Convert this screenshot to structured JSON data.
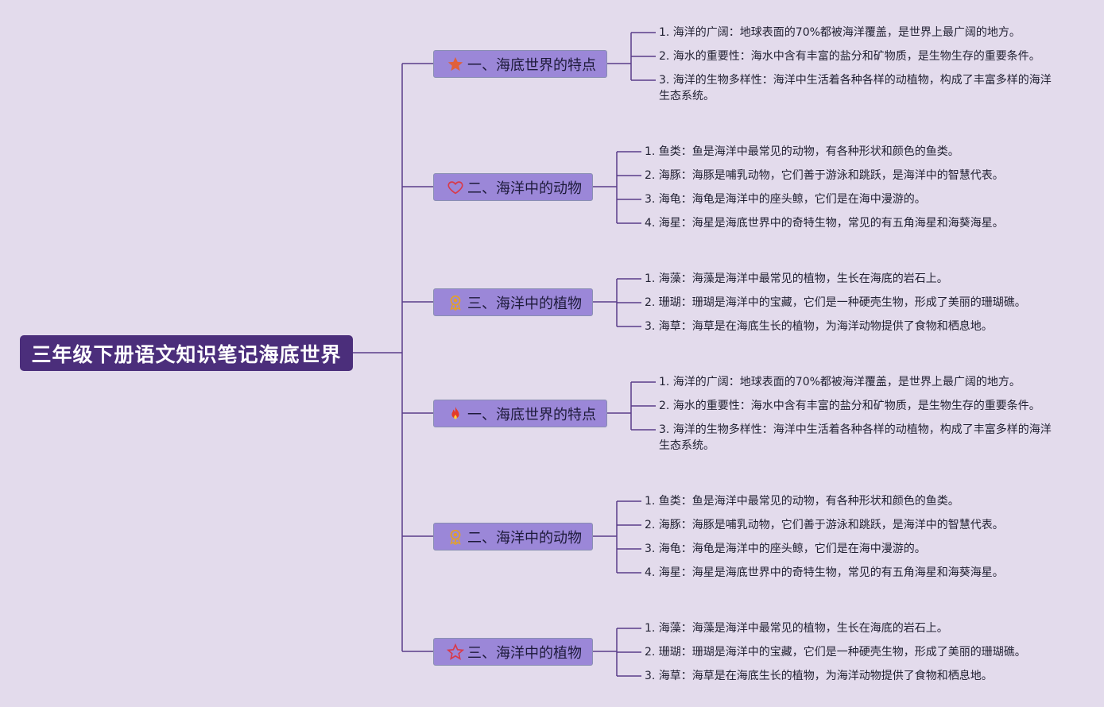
{
  "root": {
    "label": "三年级下册语文知识笔记海底世界"
  },
  "branches": [
    {
      "label": "一、海底世界的特点",
      "icon": "star-icon",
      "icon_color": "#e0603a",
      "items": [
        "1. 海洋的广阔：地球表面的70%都被海洋覆盖，是世界上最广阔的地方。",
        "2. 海水的重要性：海水中含有丰富的盐分和矿物质，是生物生存的重要条件。",
        "3. 海洋的生物多样性：海洋中生活着各种各样的动植物，构成了丰富多样的海洋生态系统。"
      ]
    },
    {
      "label": "二、海洋中的动物",
      "icon": "heart-outline-icon",
      "icon_color": "#d83a4a",
      "items": [
        "1. 鱼类：鱼是海洋中最常见的动物，有各种形状和颜色的鱼类。",
        "2. 海豚：海豚是哺乳动物，它们善于游泳和跳跃，是海洋中的智慧代表。",
        "3. 海龟：海龟是海洋中的座头鲸，它们是在海中漫游的。",
        "4. 海星：海星是海底世界中的奇特生物，常见的有五角海星和海葵海星。"
      ]
    },
    {
      "label": "三、海洋中的植物",
      "icon": "medal-icon",
      "icon_color": "#e0a030",
      "items": [
        "1. 海藻：海藻是海洋中最常见的植物，生长在海底的岩石上。",
        "2. 珊瑚：珊瑚是海洋中的宝藏，它们是一种硬壳生物，形成了美丽的珊瑚礁。",
        "3. 海草：海草是在海底生长的植物，为海洋动物提供了食物和栖息地。"
      ]
    },
    {
      "label": "一、海底世界的特点",
      "icon": "fire-icon",
      "icon_color": "#e23a2a",
      "items": [
        "1. 海洋的广阔：地球表面的70%都被海洋覆盖，是世界上最广阔的地方。",
        "2. 海水的重要性：海水中含有丰富的盐分和矿物质，是生物生存的重要条件。",
        "3. 海洋的生物多样性：海洋中生活着各种各样的动植物，构成了丰富多样的海洋生态系统。"
      ]
    },
    {
      "label": "二、海洋中的动物",
      "icon": "medal-icon",
      "icon_color": "#e0a030",
      "items": [
        "1. 鱼类：鱼是海洋中最常见的动物，有各种形状和颜色的鱼类。",
        "2. 海豚：海豚是哺乳动物，它们善于游泳和跳跃，是海洋中的智慧代表。",
        "3. 海龟：海龟是海洋中的座头鲸，它们是在海中漫游的。",
        "4. 海星：海星是海底世界中的奇特生物，常见的有五角海星和海葵海星。"
      ]
    },
    {
      "label": "三、海洋中的植物",
      "icon": "star-outline-icon",
      "icon_color": "#d83a4a",
      "items": [
        "1. 海藻：海藻是海洋中最常见的植物，生长在海底的岩石上。",
        "2. 珊瑚：珊瑚是海洋中的宝藏，它们是一种硬壳生物，形成了美丽的珊瑚礁。",
        "3. 海草：海草是在海底生长的植物，为海洋动物提供了食物和栖息地。"
      ]
    }
  ],
  "colors": {
    "background": "#e3dbec",
    "root_fill": "#4b2e7b",
    "branch_fill": "#9b87d8",
    "connector": "#5a3d8a"
  }
}
